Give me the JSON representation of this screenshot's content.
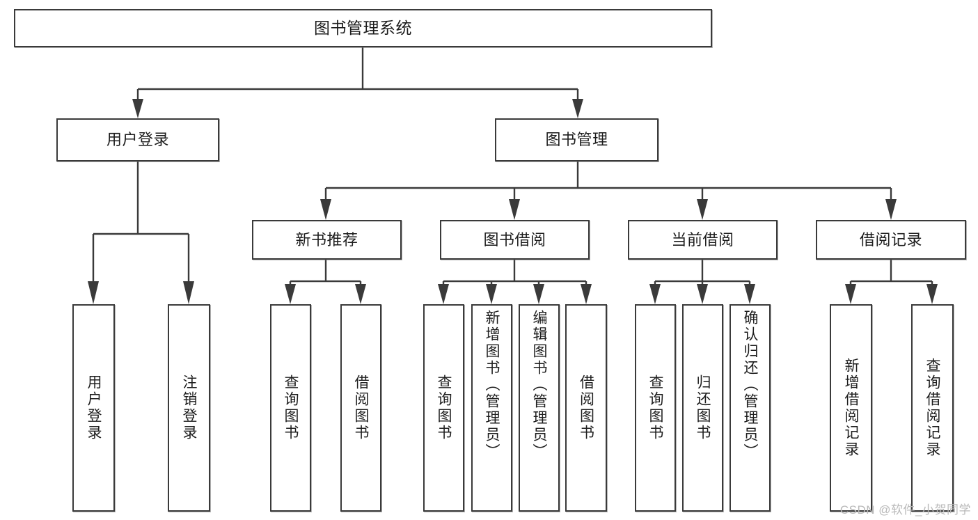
{
  "diagram": {
    "title": "图书管理系统",
    "type": "tree-hierarchy",
    "root": {
      "label": "图书管理系统"
    },
    "level1": [
      {
        "label": "用户登录"
      },
      {
        "label": "图书管理"
      }
    ],
    "level2": [
      {
        "label": "新书推荐"
      },
      {
        "label": "图书借阅"
      },
      {
        "label": "当前借阅"
      },
      {
        "label": "借阅记录"
      }
    ],
    "leaves": {
      "user_login": [
        {
          "label": "用户登录"
        },
        {
          "label": "注销登录"
        }
      ],
      "new_book_recommend": [
        {
          "label": "查询图书"
        },
        {
          "label": "借阅图书"
        }
      ],
      "book_borrow": [
        {
          "label": "查询图书"
        },
        {
          "label": "新增图书（管理员）"
        },
        {
          "label": "编辑图书（管理员）"
        },
        {
          "label": "借阅图书"
        }
      ],
      "current_borrow": [
        {
          "label": "查询图书"
        },
        {
          "label": "归还图书"
        },
        {
          "label": "确认归还（管理员）"
        }
      ],
      "borrow_records": [
        {
          "label": "新增借阅记录"
        },
        {
          "label": "查询借阅记录"
        }
      ]
    }
  },
  "watermark": {
    "text": "CSDN @软件_小贺同学"
  },
  "colors": {
    "border": "#3a3a3a",
    "text": "#1d1d1d",
    "background": "#ffffff",
    "watermark": "#b9b9b9"
  }
}
